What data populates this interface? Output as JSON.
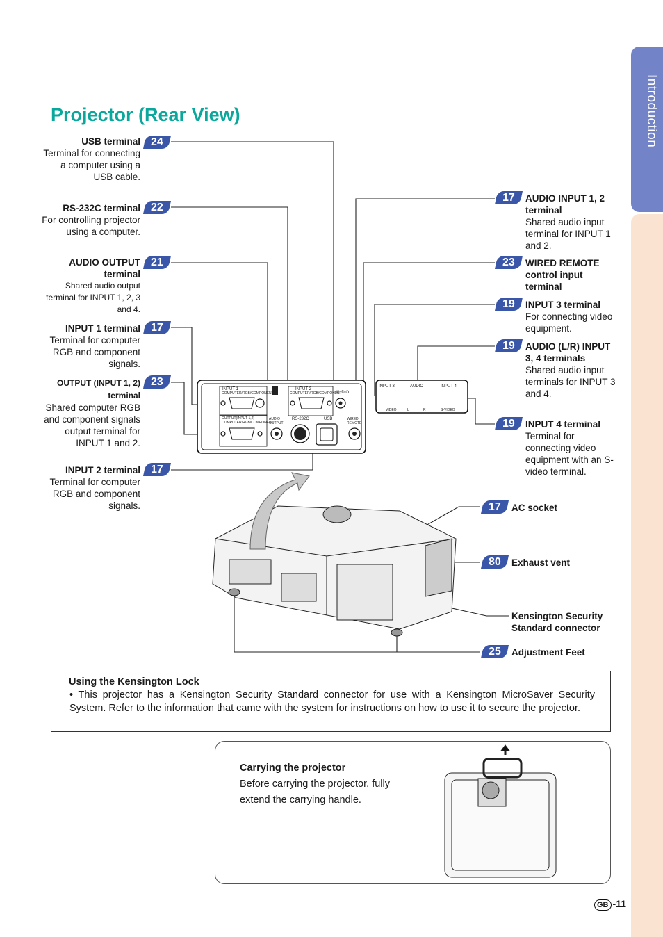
{
  "side_tab": "Introduction",
  "title": "Projector (Rear View)",
  "left_labels": [
    {
      "badge": "24",
      "name": "USB terminal",
      "desc": "Terminal for connecting a computer using a USB cable."
    },
    {
      "badge": "22",
      "name": "RS-232C terminal",
      "desc": "For controlling projector using a computer."
    },
    {
      "badge": "21",
      "name": "AUDIO OUTPUT terminal",
      "desc": "Shared audio output terminal for INPUT 1, 2, 3 and 4."
    },
    {
      "badge": "17",
      "name": "INPUT 1 terminal",
      "desc": "Terminal for computer RGB and component signals."
    },
    {
      "badge": "23",
      "name": "OUTPUT (INPUT 1, 2) terminal",
      "desc": "Shared computer RGB and component signals output terminal for INPUT 1 and 2."
    },
    {
      "badge": "17",
      "name": "INPUT 2 terminal",
      "desc": "Terminal for computer RGB and component signals."
    }
  ],
  "right_labels": [
    {
      "badge": "17",
      "name": "AUDIO INPUT 1, 2 terminal",
      "desc": "Shared audio input terminal for INPUT 1 and 2."
    },
    {
      "badge": "23",
      "name": "WIRED REMOTE control input terminal",
      "desc": ""
    },
    {
      "badge": "19",
      "name": "INPUT 3 terminal",
      "desc": "For connecting video equipment."
    },
    {
      "badge": "19",
      "name": "AUDIO (L/R) INPUT 3, 4 terminals",
      "desc": "Shared audio input terminals for INPUT 3 and 4."
    },
    {
      "badge": "19",
      "name": "INPUT 4 terminal",
      "desc": "Terminal for connecting video equipment with an S-video terminal."
    }
  ],
  "bottom_labels": [
    {
      "badge": "17",
      "name": "AC socket"
    },
    {
      "badge": "80",
      "name": "Exhaust vent"
    },
    {
      "badge": "",
      "name": "Kensington Security Standard connector"
    },
    {
      "badge": "25",
      "name": "Adjustment Feet"
    }
  ],
  "panel": {
    "input1": "INPUT 1",
    "input1_sub": "COMPUTER/RGB/COMPONENT",
    "input2": "INPUT 2",
    "input2_sub": "COMPUTER/RGB/COMPONENT",
    "output": "OUTPUT(INPUT 1,2)",
    "output_sub": "COMPUTER/RGB/COMPONENT",
    "audio_output": "AUDIO OUTPUT",
    "rs232": "RS-232C",
    "usb": "USB",
    "wired": "WIRED REMOTE",
    "audio_in": "AUDIO",
    "input3": "INPUT 3",
    "audio_lr": "AUDIO",
    "input4": "INPUT 4",
    "video": "VIDEO",
    "l": "L",
    "r": "R",
    "svideo": "S-VIDEO"
  },
  "kensington": {
    "heading": "Using the Kensington Lock",
    "body": "• This projector has a Kensington Security Standard connector for use with a Kensington MicroSaver Security System. Refer to the information that came with the system for instructions on how to use it to secure the projector."
  },
  "carrying": {
    "heading": "Carrying the projector",
    "body": "Before carrying the projector, fully extend the carrying handle."
  },
  "page": {
    "region": "GB",
    "number": "-11"
  },
  "colors": {
    "accent_title": "#0aa79c",
    "badge": "#3a56a8",
    "tab_blue": "#7383c7",
    "tab_peach": "#fbe3d1"
  }
}
